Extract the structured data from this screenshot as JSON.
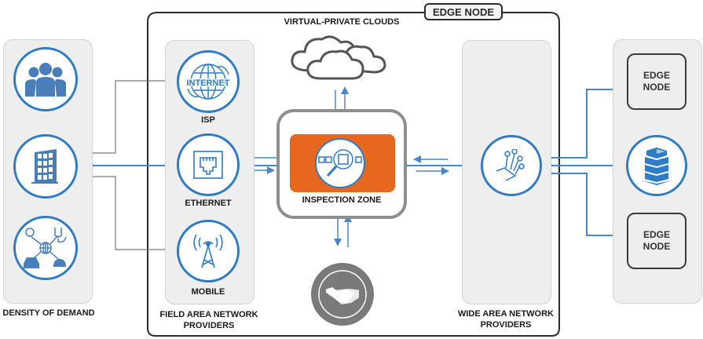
{
  "diagram": {
    "outer_frame": {
      "title": "EDGE NODE"
    },
    "left_column": {
      "label": "DENSITY OF DEMAND",
      "items": [
        {
          "icon": "people-group-icon"
        },
        {
          "icon": "office-building-icon"
        },
        {
          "icon": "iot-devices-icon"
        }
      ]
    },
    "field_area": {
      "label_line1": "FIELD AREA NETWORK",
      "label_line2": "PROVIDERS",
      "items": [
        {
          "label": "ISP",
          "icon": "internet-globe-icon",
          "icon_text": "INTERNET"
        },
        {
          "label": "ETHERNET",
          "icon": "ethernet-port-icon"
        },
        {
          "label": "MOBILE",
          "icon": "cell-tower-icon"
        }
      ]
    },
    "center": {
      "clouds_label": "VIRTUAL-PRIVATE CLOUDS",
      "inspection_label": "INSPECTION ZONE",
      "inspection_icon": "magnifier-inspect-icon",
      "partner_icon": "handshake-icon"
    },
    "wide_area": {
      "label_line1": "WIDE AREA NETWORK",
      "label_line2": "PROVIDERS",
      "icon": "circuit-network-icon"
    },
    "right_column": {
      "edge_top_line1": "EDGE",
      "edge_top_line2": "NODE",
      "center_icon": "datacenter-building-icon",
      "edge_bottom_line1": "EDGE",
      "edge_bottom_line2": "NODE"
    },
    "colors": {
      "accent_blue": "#2f7bc4",
      "inspection_orange": "#e8671f",
      "panel_gray": "#eeeeee",
      "frame_dark": "#2b2b2b"
    }
  }
}
